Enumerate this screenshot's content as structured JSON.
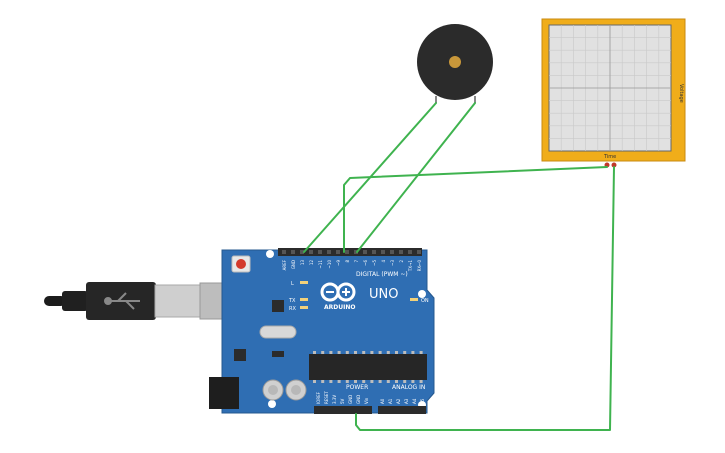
{
  "arduino": {
    "logo_text": "ARDUINO",
    "model": "UNO",
    "digital_header": "DIGITAL (PWM ~)",
    "power_header": "POWER",
    "analog_header": "ANALOG IN",
    "led_l": "L",
    "led_tx": "TX",
    "led_rx": "RX",
    "led_on": "ON",
    "digital_pins": [
      "AREF",
      "GND",
      "13",
      "12",
      "~11",
      "~10",
      "~9",
      "8",
      "7",
      "~6",
      "~5",
      "4",
      "~3",
      "2",
      "TX→1",
      "RX←0"
    ],
    "power_pins": [
      "IOREF",
      "RESET",
      "3.3V",
      "5V",
      "GND",
      "GND",
      "Vin"
    ],
    "analog_pins": [
      "A0",
      "A1",
      "A2",
      "A3",
      "A4",
      "A5"
    ]
  },
  "oscilloscope": {
    "x_label": "Time",
    "y_label": "Voltage"
  },
  "colors": {
    "wire": "#3fb34f",
    "board": "#2f6eb3",
    "scope_frame": "#f0ad1a",
    "buzzer": "#2b2b2b",
    "buzzer_center": "#c8973a"
  }
}
